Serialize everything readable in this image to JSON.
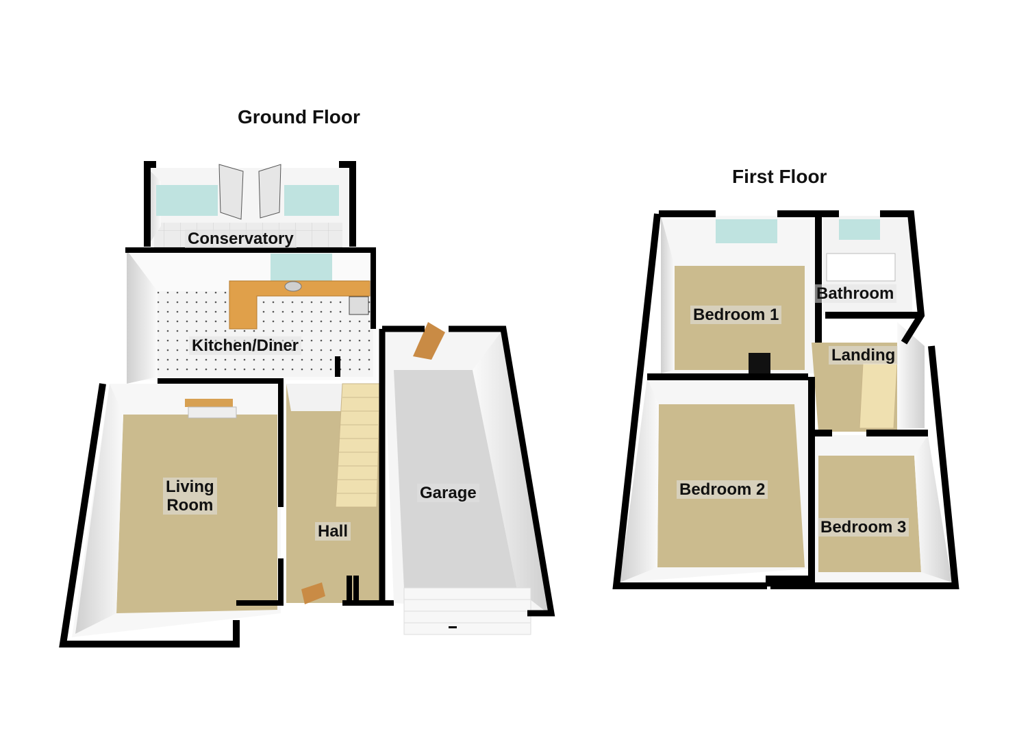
{
  "ground_floor": {
    "title": "Ground Floor",
    "rooms": {
      "conservatory": "Conservatory",
      "kitchen": "Kitchen/Diner",
      "living_line1": "Living",
      "living_line2": "Room",
      "hall": "Hall",
      "garage": "Garage"
    }
  },
  "first_floor": {
    "title": "First Floor",
    "rooms": {
      "bedroom1": "Bedroom 1",
      "bathroom": "Bathroom",
      "landing": "Landing",
      "bedroom2": "Bedroom 2",
      "bedroom3": "Bedroom 3"
    }
  },
  "colors": {
    "carpet": "#cbbb8e",
    "tile": "#eeeeee",
    "garage_floor": "#d6d6d6",
    "wall": "#000000",
    "window": "#bfe3e0",
    "worktop": "#e0a04a"
  }
}
